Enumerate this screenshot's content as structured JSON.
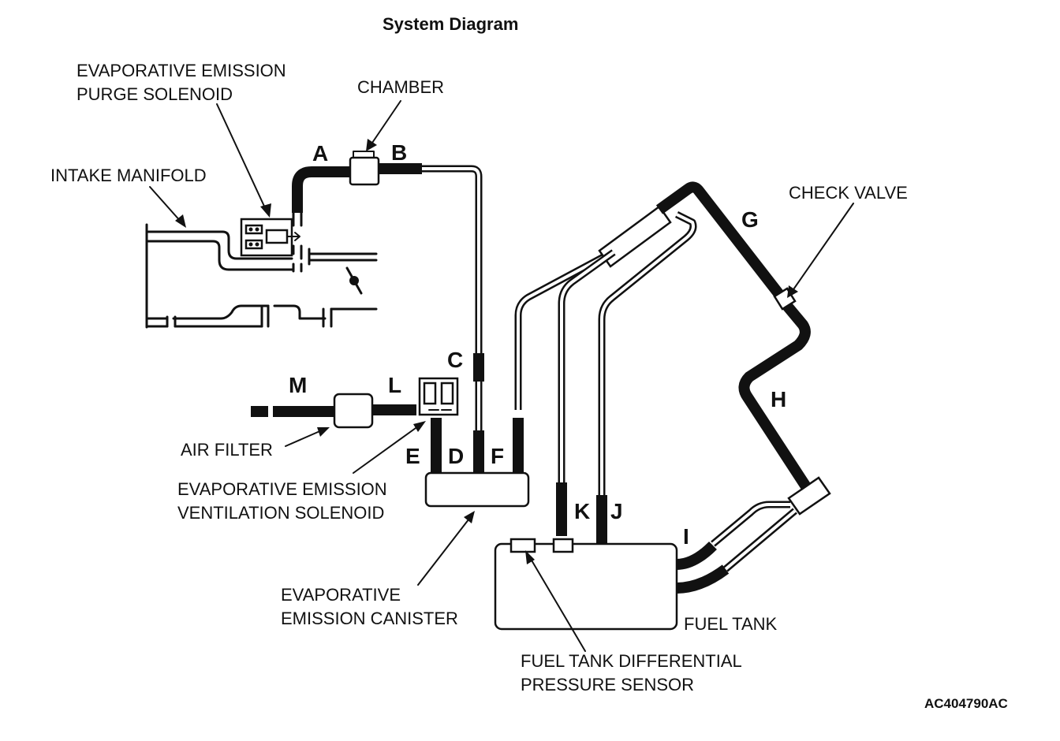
{
  "title": "System Diagram",
  "components": {
    "purge_solenoid": [
      "EVAPORATIVE EMISSION",
      "PURGE SOLENOID"
    ],
    "chamber": "CHAMBER",
    "intake_manifold": "INTAKE MANIFOLD",
    "check_valve": "CHECK VALVE",
    "air_filter": "AIR FILTER",
    "ventilation_solenoid": [
      "EVAPORATIVE EMISSION",
      "VENTILATION SOLENOID"
    ],
    "canister": [
      "EVAPORATIVE",
      "EMISSION CANISTER"
    ],
    "fuel_tank": "FUEL TANK",
    "pressure_sensor": [
      "FUEL TANK DIFFERENTIAL",
      "PRESSURE SENSOR"
    ]
  },
  "hose_letters": {
    "a": "A",
    "b": "B",
    "c": "C",
    "d": "D",
    "e": "E",
    "f": "F",
    "g": "G",
    "h": "H",
    "i": "I",
    "j": "J",
    "k": "K",
    "l": "L",
    "m": "M"
  },
  "figure_code": "AC404790AC"
}
